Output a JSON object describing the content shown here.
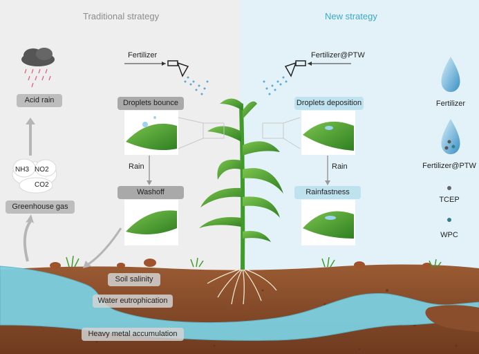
{
  "headers": {
    "left": "Traditional strategy",
    "right": "New strategy"
  },
  "left": {
    "fertilizer": "Fertilizer",
    "droplets_bounce": "Droplets bounce",
    "rain": "Rain",
    "washoff": "Washoff",
    "acid_rain": "Acid rain",
    "greenhouse_gas": "Greenhouse gas",
    "gas_nh3": "NH3",
    "gas_no2": "NO2",
    "gas_co2": "CO2"
  },
  "right": {
    "fertilizer_ptw": "Fertilizer@PTW",
    "droplets_deposition": "Droplets deposition",
    "rain": "Rain",
    "rainfastness": "Rainfastness"
  },
  "legend": {
    "fertilizer": "Fertilizer",
    "fertilizer_ptw": "Fertilizer@PTW",
    "tcep": "TCEP",
    "wpc": "WPC"
  },
  "soil": {
    "salinity": "Soil salinity",
    "eutrophication": "Water eutrophication",
    "heavy_metal": "Heavy metal accumulation"
  },
  "colors": {
    "left_bg": "#eeeeee",
    "right_bg": "#e3f2f8",
    "soil": "#8b4e2c",
    "water": "#7ccfe0",
    "leaf": "#3f9b2a",
    "accent_blue": "#3aa8c9"
  }
}
